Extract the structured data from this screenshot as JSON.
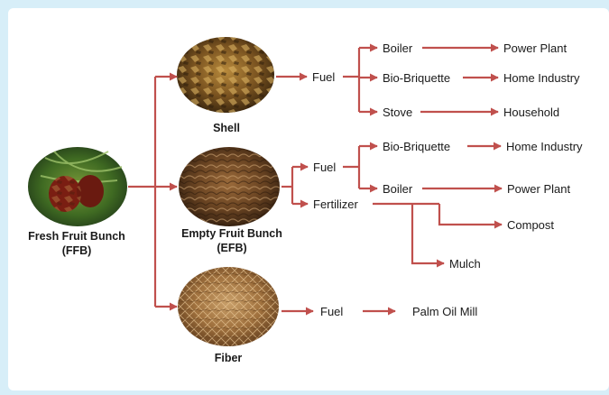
{
  "source": {
    "label_line1": "Fresh Fruit Bunch",
    "label_line2": "(FFB)"
  },
  "products": {
    "shell": {
      "label": "Shell"
    },
    "efb": {
      "label_line1": "Empty Fruit Bunch",
      "label_line2": "(EFB)"
    },
    "fiber": {
      "label": "Fiber"
    }
  },
  "shell_branch": {
    "use": "Fuel",
    "routes": [
      {
        "via": "Boiler",
        "to": "Power Plant"
      },
      {
        "via": "Bio-Briquette",
        "to": "Home Industry"
      },
      {
        "via": "Stove",
        "to": "Household"
      }
    ]
  },
  "efb_branch": {
    "fuel_label": "Fuel",
    "fuel_routes": [
      {
        "via": "Bio-Briquette",
        "to": "Home Industry"
      },
      {
        "via": "Boiler",
        "to": "Power Plant"
      }
    ],
    "fertilizer_label": "Fertilizer",
    "fertilizer_routes": [
      "Compost",
      "Mulch"
    ]
  },
  "fiber_branch": {
    "use": "Fuel",
    "to": "Palm Oil Mill"
  },
  "colors": {
    "arrow": "#c0504d",
    "background": "#d7eef8",
    "panel": "#ffffff",
    "text": "#1a1a1a"
  }
}
